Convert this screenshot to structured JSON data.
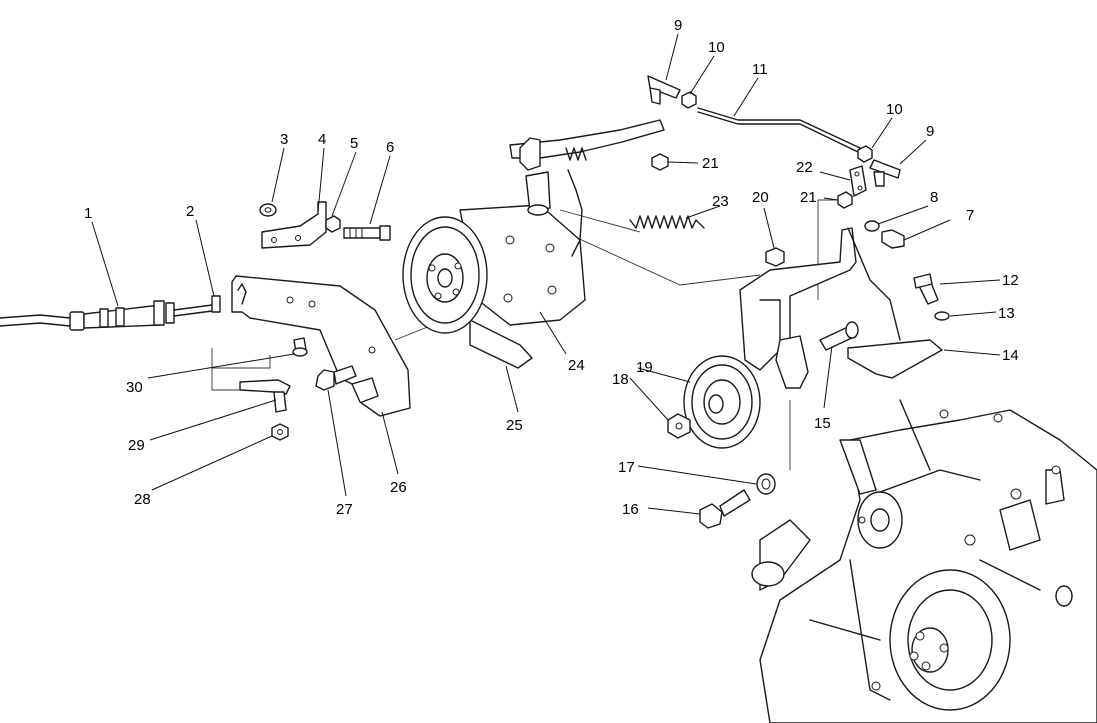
{
  "diagram": {
    "callouts": [
      {
        "id": "c1",
        "text": "1"
      },
      {
        "id": "c2",
        "text": "2"
      },
      {
        "id": "c3",
        "text": "3"
      },
      {
        "id": "c4",
        "text": "4"
      },
      {
        "id": "c5",
        "text": "5"
      },
      {
        "id": "c6",
        "text": "6"
      },
      {
        "id": "c7",
        "text": "7"
      },
      {
        "id": "c8",
        "text": "8"
      },
      {
        "id": "c9a",
        "text": "9"
      },
      {
        "id": "c9b",
        "text": "9"
      },
      {
        "id": "c10a",
        "text": "10"
      },
      {
        "id": "c10b",
        "text": "10"
      },
      {
        "id": "c11",
        "text": "11"
      },
      {
        "id": "c12",
        "text": "12"
      },
      {
        "id": "c13",
        "text": "13"
      },
      {
        "id": "c14",
        "text": "14"
      },
      {
        "id": "c15",
        "text": "15"
      },
      {
        "id": "c16",
        "text": "16"
      },
      {
        "id": "c17",
        "text": "17"
      },
      {
        "id": "c18",
        "text": "18"
      },
      {
        "id": "c19",
        "text": "19"
      },
      {
        "id": "c20",
        "text": "20"
      },
      {
        "id": "c21a",
        "text": "21"
      },
      {
        "id": "c21b",
        "text": "21"
      },
      {
        "id": "c22",
        "text": "22"
      },
      {
        "id": "c23",
        "text": "23"
      },
      {
        "id": "c24",
        "text": "24"
      },
      {
        "id": "c25",
        "text": "25"
      },
      {
        "id": "c26",
        "text": "26"
      },
      {
        "id": "c27",
        "text": "27"
      },
      {
        "id": "c28",
        "text": "28"
      },
      {
        "id": "c29",
        "text": "29"
      },
      {
        "id": "c30",
        "text": "30"
      }
    ]
  }
}
